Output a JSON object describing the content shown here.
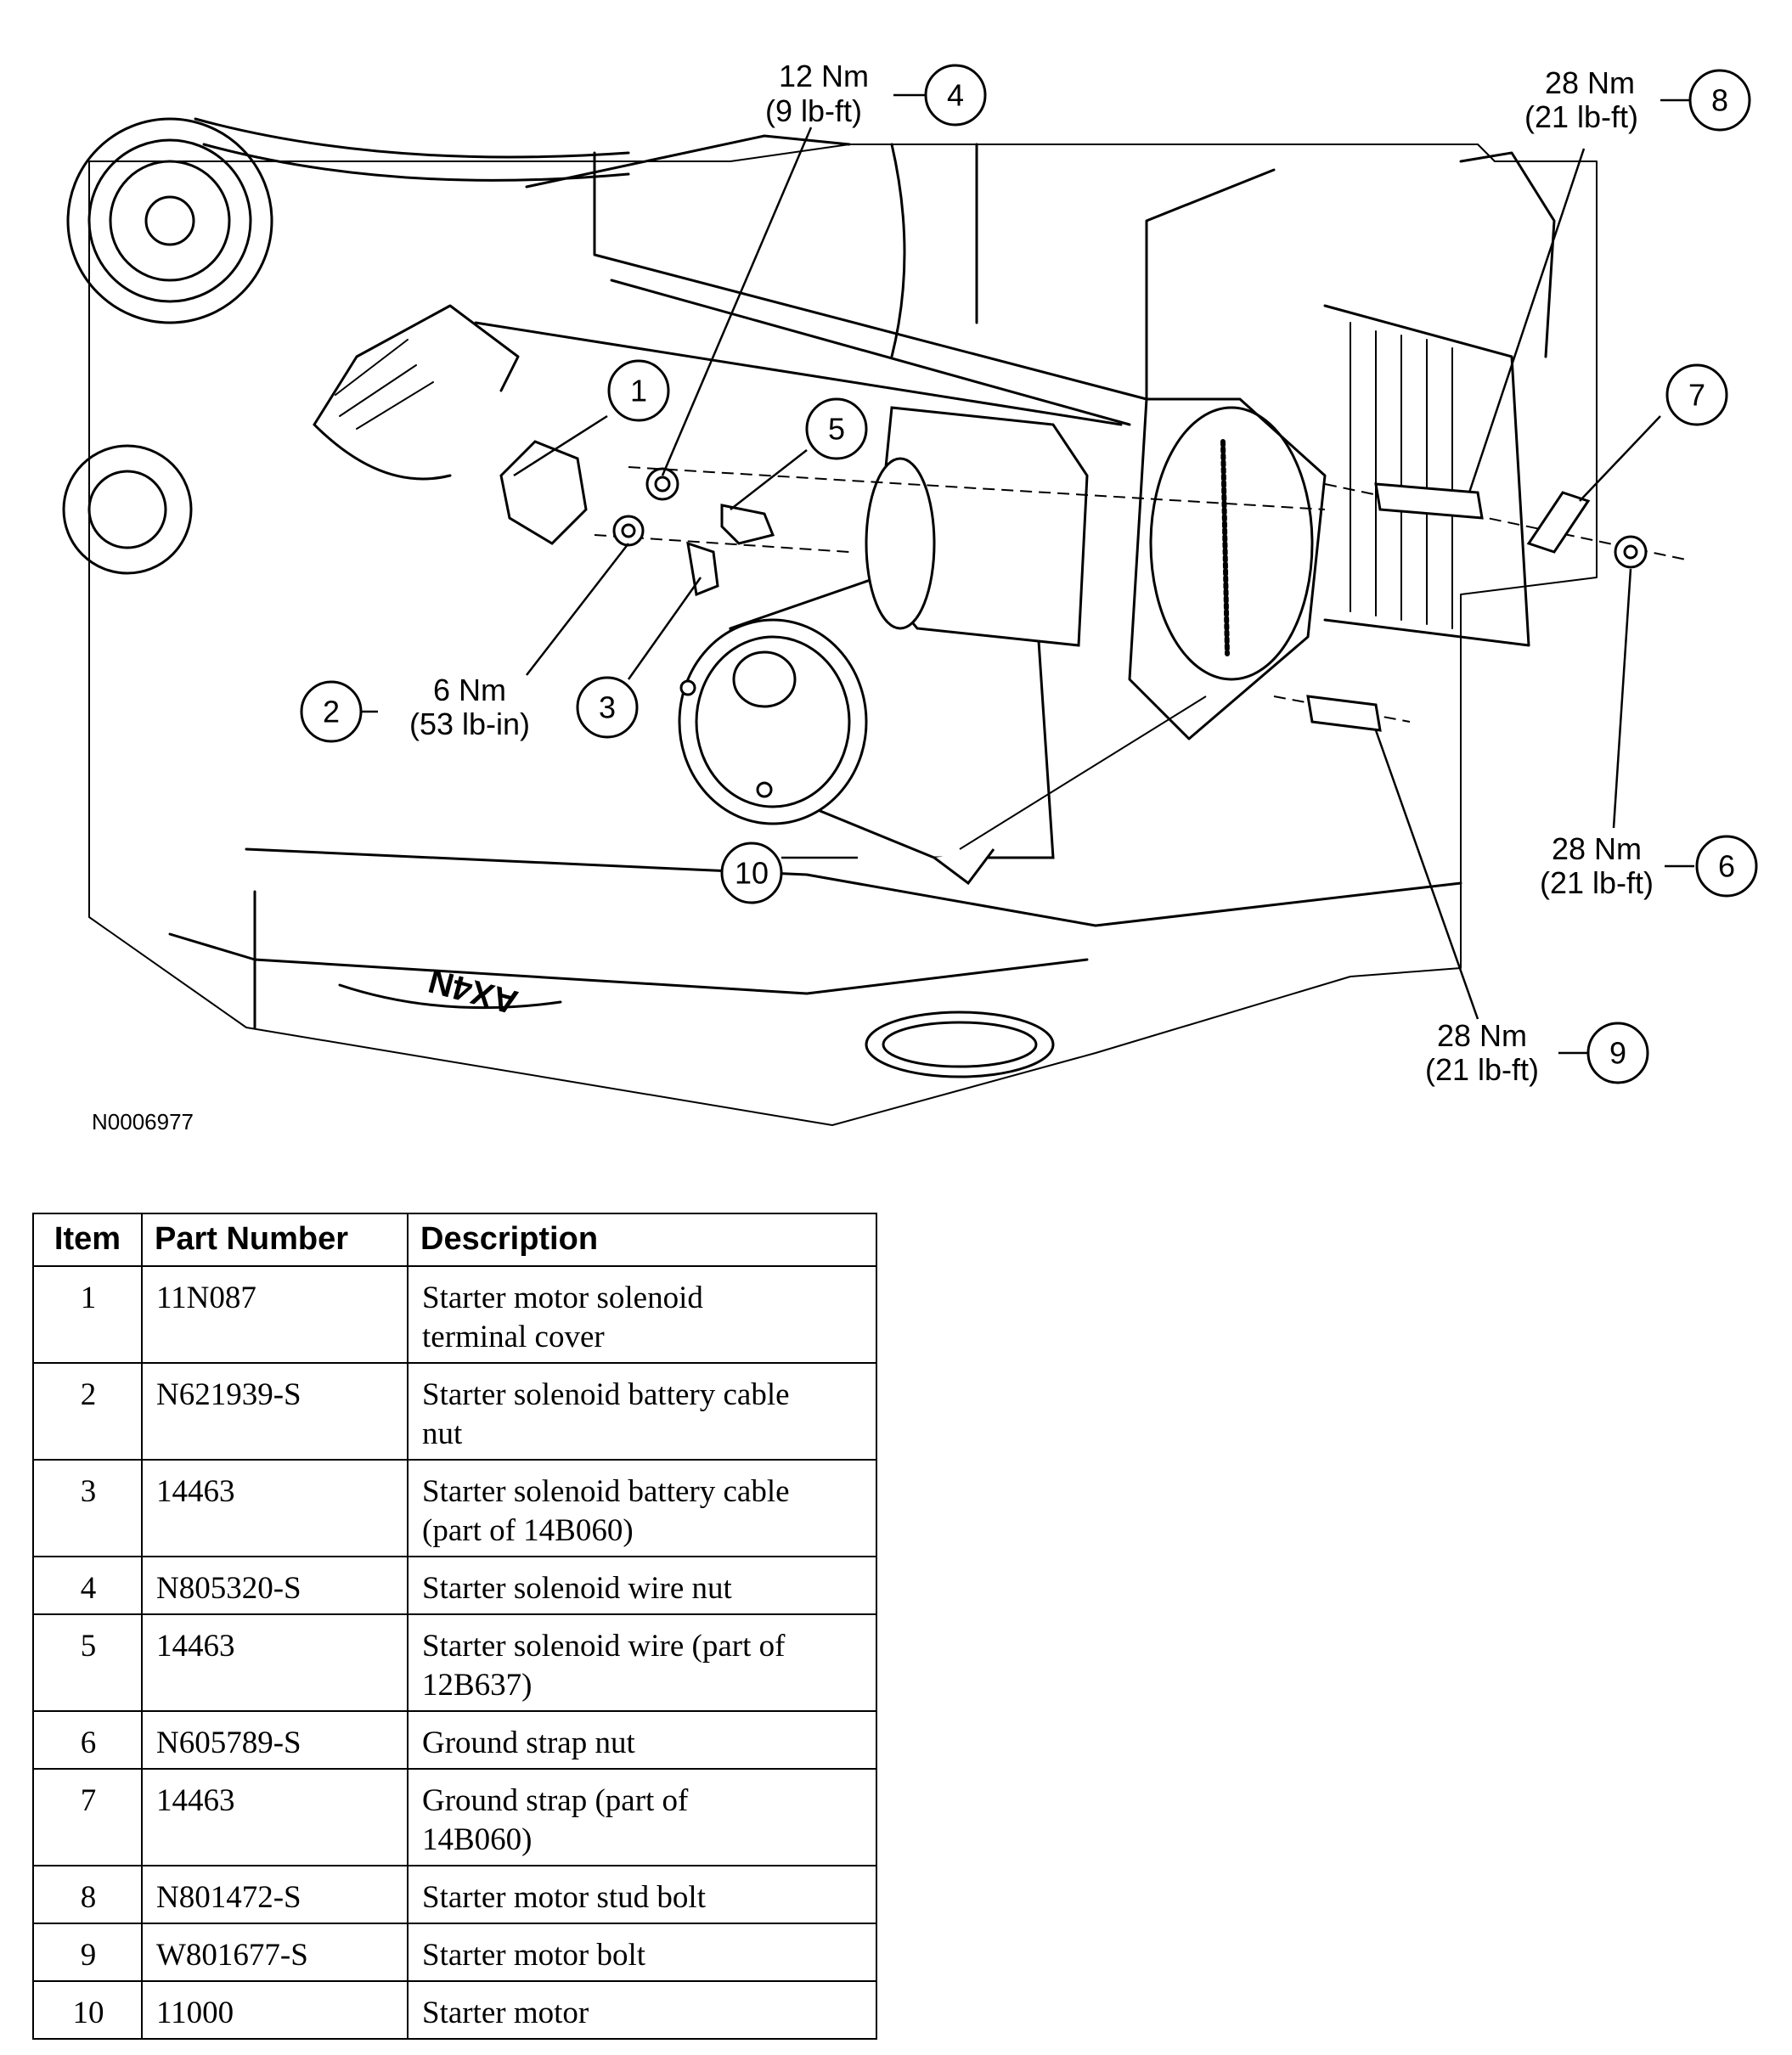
{
  "figure_id": "N0006977",
  "callouts": [
    {
      "item": "1"
    },
    {
      "item": "2",
      "torque_nm": "6 Nm",
      "torque_imperial": "(53 lb-in)"
    },
    {
      "item": "3"
    },
    {
      "item": "4",
      "torque_nm": "12 Nm",
      "torque_imperial": "(9 lb-ft)"
    },
    {
      "item": "5"
    },
    {
      "item": "6",
      "torque_nm": "28 Nm",
      "torque_imperial": "(21 lb-ft)"
    },
    {
      "item": "7"
    },
    {
      "item": "8",
      "torque_nm": "28 Nm",
      "torque_imperial": "(21 lb-ft)"
    },
    {
      "item": "9",
      "torque_nm": "28 Nm",
      "torque_imperial": "(21 lb-ft)"
    },
    {
      "item": "10"
    }
  ],
  "table": {
    "headers": [
      "Item",
      "Part Number",
      "Description"
    ],
    "rows": [
      {
        "item": "1",
        "part": "11N087",
        "desc": [
          "Starter motor solenoid",
          "terminal cover"
        ]
      },
      {
        "item": "2",
        "part": "N621939-S",
        "desc": [
          "Starter solenoid battery cable",
          "nut"
        ]
      },
      {
        "item": "3",
        "part": "14463",
        "desc": [
          "Starter solenoid battery cable",
          "(part of 14B060)"
        ]
      },
      {
        "item": "4",
        "part": "N805320-S",
        "desc": [
          "Starter solenoid wire nut"
        ]
      },
      {
        "item": "5",
        "part": "14463",
        "desc": [
          "Starter solenoid wire (part of",
          "12B637)"
        ]
      },
      {
        "item": "6",
        "part": "N605789-S",
        "desc": [
          "Ground strap nut"
        ]
      },
      {
        "item": "7",
        "part": "14463",
        "desc": [
          "Ground strap (part of",
          "14B060)"
        ]
      },
      {
        "item": "8",
        "part": "N801472-S",
        "desc": [
          "Starter motor stud bolt"
        ]
      },
      {
        "item": "9",
        "part": "W801677-S",
        "desc": [
          "Starter motor bolt"
        ]
      },
      {
        "item": "10",
        "part": "11000",
        "desc": [
          "Starter motor"
        ]
      }
    ]
  }
}
